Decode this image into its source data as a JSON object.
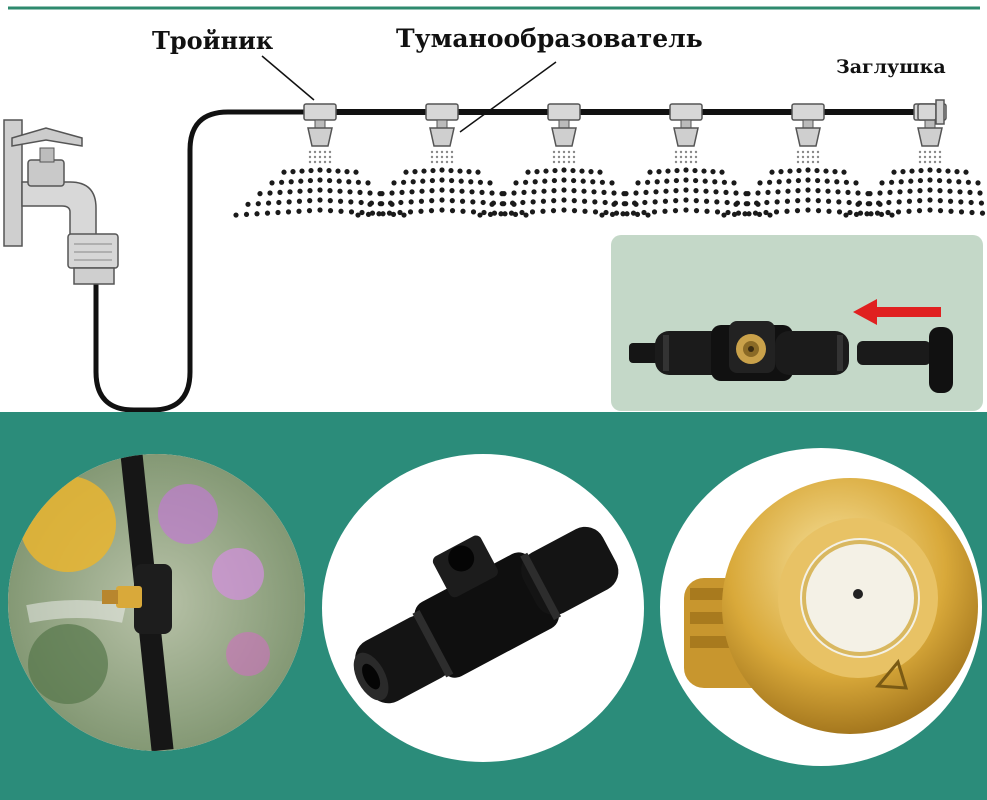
{
  "labels": {
    "tee": "Тройник",
    "mister": "Туманообразователь",
    "end_cap": "Заглушка"
  },
  "diagram": {
    "nozzle_count": 6,
    "icons": {
      "faucet": "faucet-icon",
      "tee": "tee-connector-icon",
      "nozzle": "mist-nozzle-icon",
      "cap": "end-cap-icon",
      "arrow": "red-arrow-icon"
    }
  },
  "colors": {
    "top_rule": "#2e8a6e",
    "bottom_panel": "#2b8c7a",
    "inset_panel": "#c4d8c8",
    "arrow": "#e02020",
    "brass": "#d9a93a"
  }
}
